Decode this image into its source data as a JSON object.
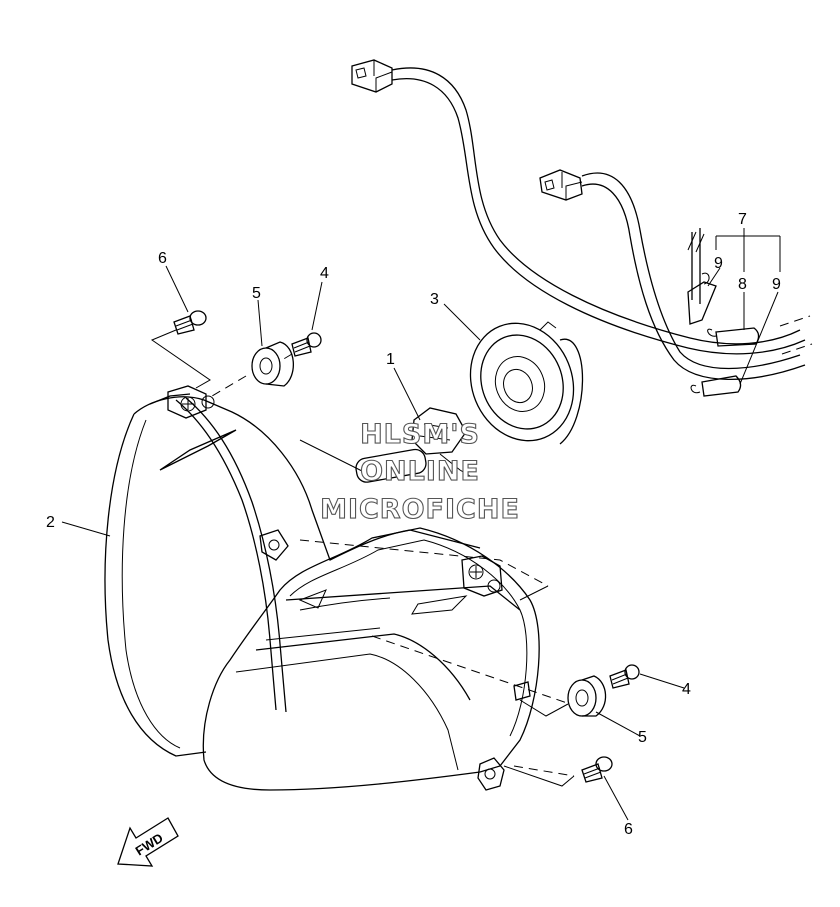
{
  "parts": [
    {
      "number": "1",
      "key": "bulb"
    },
    {
      "number": "2",
      "key": "headlight-unit"
    },
    {
      "number": "3",
      "key": "bulb-cover"
    },
    {
      "number": "4",
      "key": "screw-upper"
    },
    {
      "number": "4",
      "key": "screw-lower"
    },
    {
      "number": "5",
      "key": "grommet-upper"
    },
    {
      "number": "5",
      "key": "grommet-lower"
    },
    {
      "number": "6",
      "key": "bolt-upper"
    },
    {
      "number": "6",
      "key": "bolt-lower"
    },
    {
      "number": "7",
      "key": "lead-assembly"
    },
    {
      "number": "8",
      "key": "socket-cord"
    },
    {
      "number": "9",
      "key": "terminal-left"
    },
    {
      "number": "9",
      "key": "terminal-right"
    }
  ],
  "watermark": {
    "line1": "HLSM'S",
    "line2": "ONLINE",
    "line3": "MICROFICHE"
  },
  "fwd_label": "FWD"
}
